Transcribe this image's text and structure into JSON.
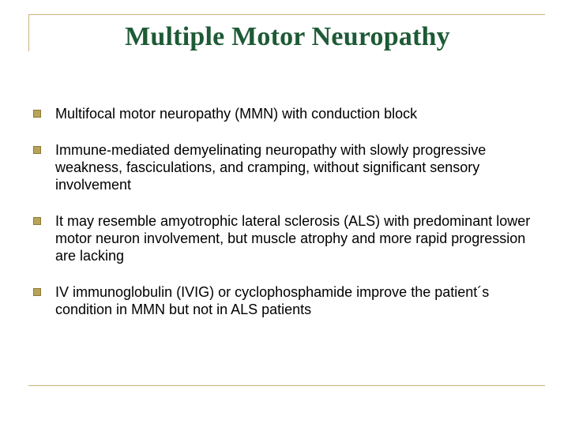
{
  "slide": {
    "title": "Multiple Motor Neuropathy",
    "accent_color": "#1d5a35",
    "bullet_color": "#b7a35a",
    "rule_color": "#c9b37a",
    "bullets": [
      {
        "text": "Multifocal motor neuropathy (MMN) with conduction block"
      },
      {
        "text": "Immune-mediated demyelinating neuropathy with slowly progressive weakness, fasciculations, and cramping, without significant sensory involvement"
      },
      {
        "text": "It may resemble amyotrophic lateral sclerosis (ALS) with predominant lower motor neuron involvement, but muscle atrophy and more rapid progression are lacking"
      },
      {
        "text": "IV immunoglobulin (IVIG) or cyclophosphamide improve the patient´s condition in MMN but not in ALS patients"
      }
    ]
  }
}
